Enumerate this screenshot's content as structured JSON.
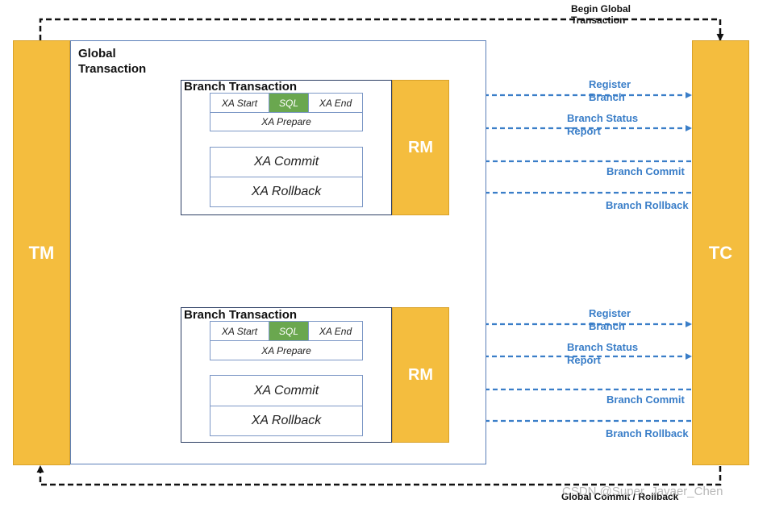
{
  "tm": {
    "label": "TM"
  },
  "tc": {
    "label": "TC"
  },
  "global_transaction": {
    "label_line1": "Global",
    "label_line2": "Transaction"
  },
  "top_flow": {
    "line1": "Begin Global",
    "line2": "Transaction"
  },
  "bottom_flow": {
    "label": "Global Commit / Rollback"
  },
  "branches": [
    {
      "title": "Branch Transaction",
      "rm_label": "RM",
      "xa_start": "XA Start",
      "sql": "SQL",
      "xa_end": "XA End",
      "xa_prepare": "XA Prepare",
      "xa_commit": "XA Commit",
      "xa_rollback": "XA Rollback",
      "register_line1": "Register",
      "register_line2": "Branch",
      "status_line1": "Branch Status",
      "status_line2": "Report",
      "commit_label": "Branch Commit",
      "rollback_label": "Branch Rollback"
    },
    {
      "title": "Branch Transaction",
      "rm_label": "RM",
      "xa_start": "XA Start",
      "sql": "SQL",
      "xa_end": "XA End",
      "xa_prepare": "XA Prepare",
      "xa_commit": "XA Commit",
      "xa_rollback": "XA Rollback",
      "register_line1": "Register",
      "register_line2": "Branch",
      "status_line1": "Branch Status",
      "status_line2": "Report",
      "commit_label": "Branch Commit",
      "rollback_label": "Branch Rollback"
    }
  ],
  "watermark": "CSDN @Super_Javaer_Chen",
  "colors": {
    "pillar": "#f4bd3e",
    "sql": "#6aa74f",
    "arrow_blue": "#3a7ec8",
    "frame_blue": "#5b7fb9"
  }
}
